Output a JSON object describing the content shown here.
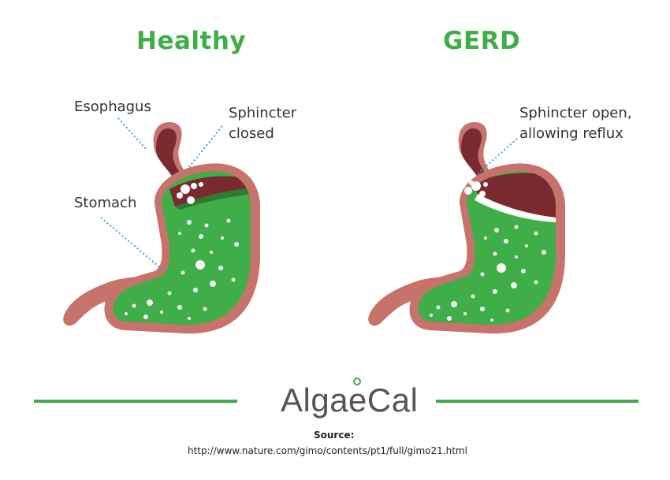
{
  "titles": {
    "healthy": "Healthy",
    "gerd": "GERD"
  },
  "labels": {
    "esophagus": "Esophagus",
    "sphincter_closed_line1": "Sphincter",
    "sphincter_closed_line2": "closed",
    "stomach": "Stomach",
    "sphincter_open_line1": "Sphincter open,",
    "sphincter_open_line2": "allowing reflux"
  },
  "brand": {
    "name": "AlgaeCal"
  },
  "source": {
    "label": "Source:",
    "url": "http://www.nature.com/gimo/contents/pt1/full/gimo21.html"
  },
  "colors": {
    "accent_green": "#3fad48",
    "stomach_wall": "#c7736b",
    "stomach_dark": "#7a2a2f",
    "leader_line": "#3aa7c6",
    "brand_gray": "#555459"
  }
}
